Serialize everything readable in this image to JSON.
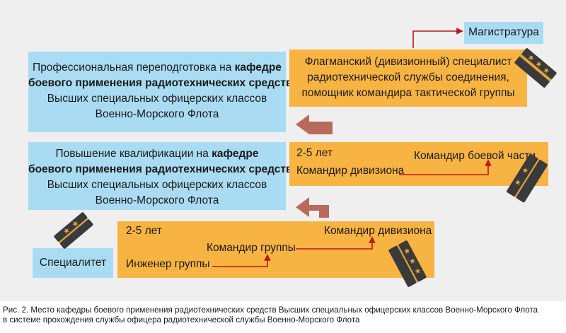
{
  "top_right": {
    "label": "Магистратура"
  },
  "blue_box_1": {
    "line1_normal": "Профессиональная переподготовка на ",
    "line1_bold": "кафедре",
    "line2_bold": "боевого применения радиотехнических средств",
    "line3": "Высших специальных офицерских классов",
    "line4": "Военно-Морского Флота"
  },
  "blue_box_2": {
    "line1_normal": "Повышение квалификации на ",
    "line1_bold": "кафедре",
    "line2_bold": "боевого применения радиотехнических средств",
    "line3": "Высших специальных офицерских классов",
    "line4": "Военно-Морского Флота"
  },
  "orange_top": {
    "line1": "Флагманский (дивизионный) специалист",
    "line2": "радиотехнической службы соединения,",
    "line3": "помощник командира тактической группы"
  },
  "orange_middle": {
    "years": "2-5 лет",
    "from": "Командир дивизиона",
    "to": "Командир боевой части"
  },
  "orange_bottom": {
    "years": "2-5 лет",
    "step1": "Инженер группы",
    "step2": "Командир группы",
    "step3": "Командир дивизиона"
  },
  "specialitet": {
    "label": "Специалитет"
  },
  "caption": {
    "line1": "Рис. 2. Место кафедры боевого применения радиотехнических средств Высших специальных офицерских классов Военно-Морского Флота",
    "line2": "в системе прохождения службы офицера радиотехнической службы Военно-Морского Флота"
  },
  "colors": {
    "blue_box": "#a9dcf2",
    "orange_box": "#f8b443",
    "arrow_red": "#c0161b",
    "big_arrow": "#b86a5c",
    "epaulette": "#3a3a3a",
    "star": "#e3a23a"
  },
  "icons": [
    "epaulette-icon",
    "big-left-arrow-icon",
    "up-arrow-icon"
  ]
}
